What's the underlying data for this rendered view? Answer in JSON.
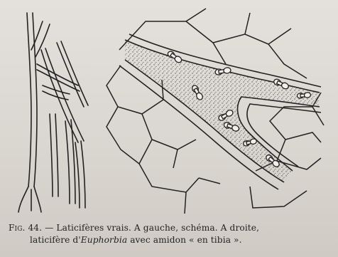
{
  "figure": {
    "label": "Fig. 44.",
    "caption_line1": "— Laticifères vrais. A gauche, schéma. A droite,",
    "caption_line2_a": "laticifère d'",
    "caption_line2_species": "Euphorbia",
    "caption_line2_b": " avec amidon « en tibia »."
  }
}
